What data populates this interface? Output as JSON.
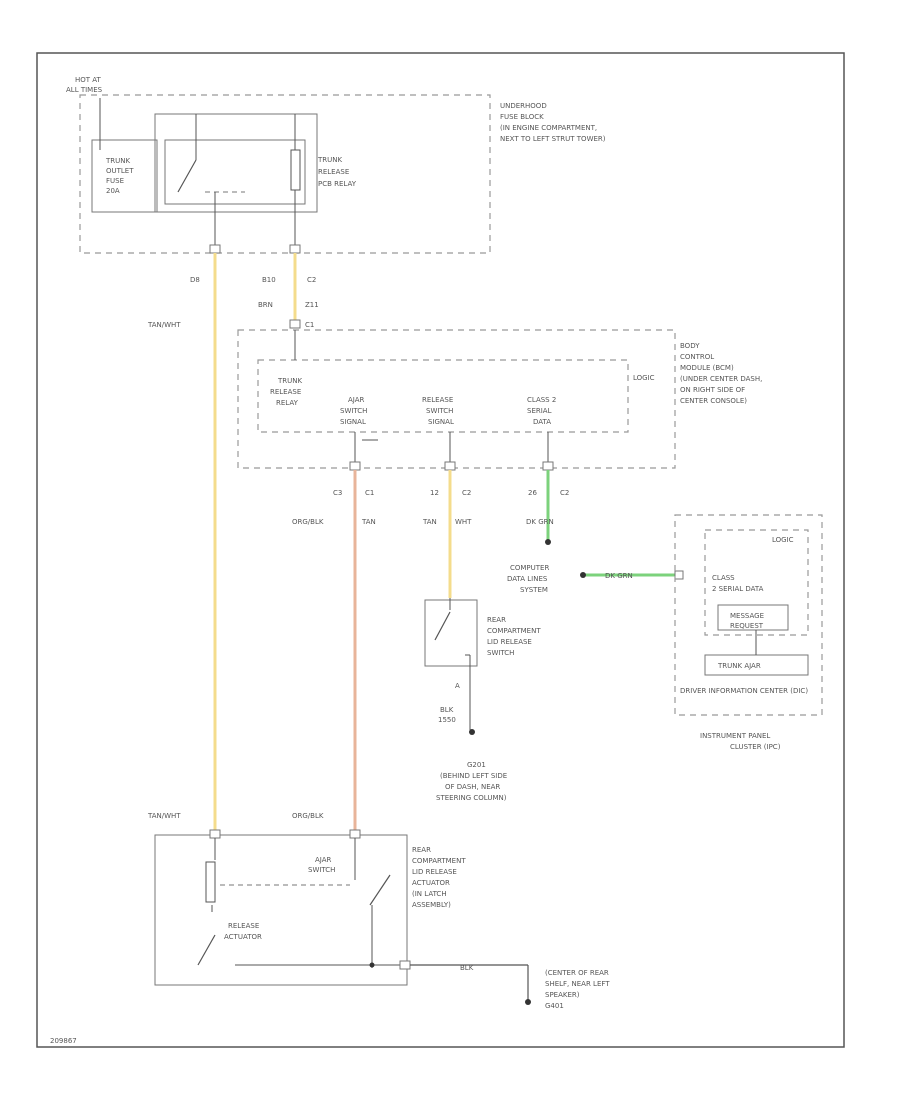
{
  "labels": {
    "hot_at": "HOT AT",
    "hot_at_sub": "ALL TIMES",
    "fuse_block": [
      "UNDERHOOD",
      "FUSE BLOCK",
      "(IN ENGINE COMPARTMENT,",
      "NEXT TO LEFT STRUT TOWER)"
    ],
    "fuse": [
      "TRUNK",
      "OUTLET",
      "FUSE",
      "20A"
    ],
    "pcb_relay": [
      "TRUNK",
      "RELEASE",
      "PCB RELAY"
    ],
    "bcm": [
      "BODY",
      "CONTROL",
      "MODULE (BCM)",
      "(UNDER CENTER DASH,",
      "ON RIGHT SIDE OF",
      "CENTER CONSOLE)"
    ],
    "logic": "LOGIC",
    "bcm_relay": [
      "TRUNK",
      "RELEASE",
      "RELAY"
    ],
    "ajar_signal": [
      "AJAR",
      "SWITCH",
      "SIGNAL"
    ],
    "release_signal": [
      "RELEASE",
      "SWITCH",
      "SIGNAL"
    ],
    "class2": [
      "CLASS 2",
      "SERIAL",
      "DATA"
    ],
    "pin_d8": "D8",
    "pin_b10": "B10",
    "pin_c2a": "C2",
    "wire_brn": "BRN",
    "pin_z11": "Z11",
    "pin_c1": "C1",
    "wire_tan_wht": "TAN/WHT",
    "pin_c3": "C3",
    "pin_c1b": "C1",
    "pin_12": "12",
    "pin_c2b": "C2",
    "pin_26": "26",
    "pin_c2c": "C2",
    "wire_org_blk": "ORG/BLK",
    "wire_tan": "TAN",
    "wire_tan_wht2": "TAN",
    "wire_tan_wht3": "WHT",
    "wire_dk_grn": "DK GRN",
    "wire_dk_grn2": "DK GRN",
    "data_system": [
      "COMPUTER",
      "DATA LINES",
      "SYSTEM"
    ],
    "rear_switch": [
      "REAR",
      "COMPARTMENT",
      "LID RELEASE",
      "SWITCH"
    ],
    "pin_a": "A",
    "wire_blk": "BLK",
    "wire_blk_num": "1550",
    "ground_g201": [
      "G201",
      "(BEHIND LEFT SIDE",
      "OF DASH, NEAR",
      "STEERING COLUMN)"
    ],
    "ipc_logic": "LOGIC",
    "ipc_class2": [
      "CLASS",
      "2 SERIAL DATA"
    ],
    "message_request": [
      "MESSAGE",
      "REQUEST"
    ],
    "trunk_ajar": "TRUNK AJAR",
    "dic": "DRIVER INFORMATION CENTER (DIC)",
    "ipc": [
      "INSTRUMENT PANEL",
      "CLUSTER (IPC)"
    ],
    "wire_tan_wht_bottom": "TAN/WHT",
    "wire_org_blk_bottom": "ORG/BLK",
    "ajar_switch": [
      "AJAR",
      "SWITCH"
    ],
    "actuator_assy": [
      "REAR",
      "COMPARTMENT",
      "LID RELEASE",
      "ACTUATOR",
      "(IN LATCH",
      "ASSEMBLY)"
    ],
    "release_actuator": [
      "RELEASE",
      "ACTUATOR"
    ],
    "wire_blk_bottom": "BLK",
    "ground_g401": [
      "(CENTER OF REAR",
      "SHELF, NEAR LEFT",
      "SPEAKER)",
      "G401"
    ],
    "diagram_id": "209867"
  },
  "colors": {
    "wire_yellow": "#f4dc8c",
    "wire_orange": "#e8b49a",
    "wire_green": "#7cd27c",
    "line": "#555555",
    "dash": "#999999"
  }
}
